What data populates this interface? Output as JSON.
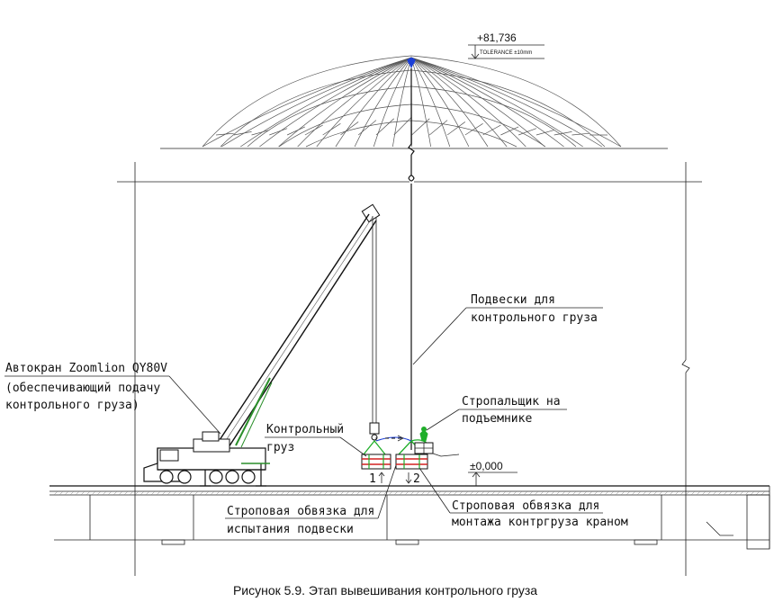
{
  "elevations": {
    "top": "+81,736",
    "tolerance": "TOLERANCE  ±10mm",
    "ground": "±0,000"
  },
  "labels": {
    "crane_line1": "Автокран Zoomlion QY80V",
    "crane_line2": "(обеспечивающий подачу",
    "crane_line3": "контрольного груза)",
    "hangers_line1": "Подвески для",
    "hangers_line2": "контрольного груза",
    "slinger_line1": "Стропальщик на",
    "slinger_line2": "подъемнике",
    "control_load_line1": "Контрольный",
    "control_load_line2": "груз",
    "sling_test_line1": "Строповая обвязка для",
    "sling_test_line2": "испытания подвески",
    "sling_mount_line1": "Строповая обвязка для",
    "sling_mount_line2": "монтажа контргруза краном",
    "mark_1": "1",
    "mark_2": "2"
  },
  "caption": "Рисунок 5.9. Этап вывешивания контрольного груза",
  "colors": {
    "hook_blue": "#1c3fd6",
    "sling_green": "#1fae2a",
    "sling_red": "#d42020",
    "crane_green": "#2a8f2a",
    "line": "#111111"
  }
}
